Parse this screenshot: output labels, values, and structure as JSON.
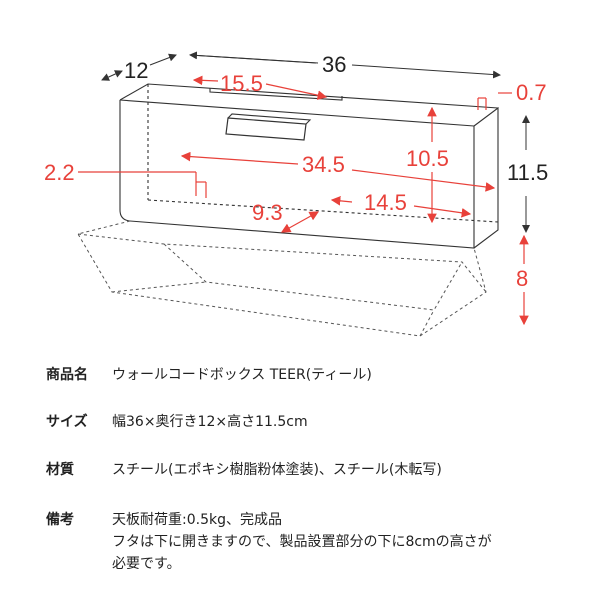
{
  "diagram": {
    "dims": {
      "width_total": "36",
      "depth": "12",
      "top_opening": "15.5",
      "lip": "0.7",
      "inner_height": "10.5",
      "height": "11.5",
      "inner_width": "34.5",
      "side_gap": "2.2",
      "lid_opening": "9.3",
      "right_section": "14.5",
      "drop_clearance": "8"
    },
    "colors": {
      "accent": "#e8413a",
      "line": "#333333",
      "dashed": "#555555"
    }
  },
  "specs": [
    {
      "label": "商品名",
      "value": "ウォールコードボックス TEER(ティール)"
    },
    {
      "label": "サイズ",
      "value": "幅36×奥行き12×高さ11.5cm"
    },
    {
      "label": "材質",
      "value": "スチール(エポキシ樹脂粉体塗装)、スチール(木転写)"
    },
    {
      "label": "備考",
      "lines": [
        "天板耐荷重:0.5kg、完成品",
        "フタは下に開きますので、製品設置部分の下に8cmの高さが",
        "必要です。"
      ]
    }
  ]
}
